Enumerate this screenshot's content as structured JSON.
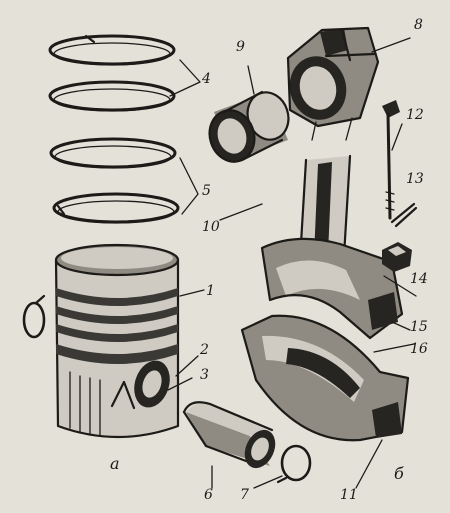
{
  "labels": {
    "l1": "1",
    "l2": "2",
    "l3": "3",
    "l4": "4",
    "l5": "5",
    "l6": "6",
    "l7": "7",
    "l8": "8",
    "l9": "9",
    "l10": "10",
    "l11": "11",
    "l12": "12",
    "l13": "13",
    "l14": "14",
    "l15": "15",
    "l16": "16",
    "la": "а",
    "lb": "б"
  }
}
